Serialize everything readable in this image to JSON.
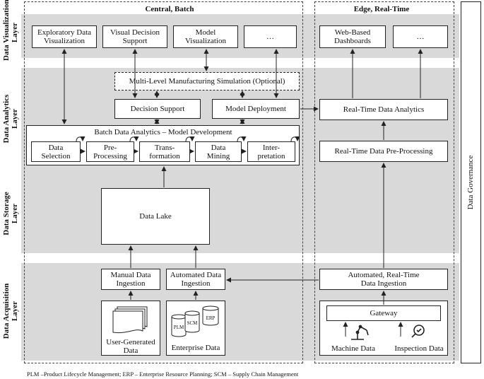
{
  "columns": {
    "central": "Central, Batch",
    "edge": "Edge, Real-Time"
  },
  "layers": {
    "visualization": [
      "Data Visualization",
      "Layer"
    ],
    "analytics": [
      "Data Analytics",
      "Layer"
    ],
    "storage": [
      "Data Storage",
      "Layer"
    ],
    "acquisition": [
      "Data Acquisition",
      "Layer"
    ]
  },
  "governance": "Data Governance",
  "visualization": {
    "exploratory": [
      "Exploratory Data",
      "Visualization"
    ],
    "decision": [
      "Visual Decision",
      "Support"
    ],
    "model": [
      "Model",
      "Visualization"
    ],
    "more_central": "…",
    "web": [
      "Web-Based",
      "Dashboards"
    ],
    "more_edge": "…"
  },
  "analytics": {
    "simulation": "Multi-Level Manufacturing Simulation (Optional)",
    "decision_support": "Decision Support",
    "model_deployment": "Model Deployment",
    "batch_title": "Batch Data Analytics – Model Development",
    "steps": [
      [
        "Data Selection"
      ],
      [
        "Pre-",
        "Processing"
      ],
      [
        "Trans-",
        "formation"
      ],
      [
        "Data",
        "Mining"
      ],
      [
        "Inter-",
        "pretation"
      ]
    ],
    "rt_analytics": "Real-Time Data Analytics",
    "rt_preprocessing": "Real-Time Data Pre-Processing"
  },
  "storage": {
    "lake": "Data Lake"
  },
  "acquisition": {
    "manual": [
      "Manual Data",
      "Ingestion"
    ],
    "automated": [
      "Automated Data",
      "Ingestion"
    ],
    "rt_ingestion": [
      "Automated, Real-Time",
      "Data Ingestion"
    ],
    "user_data": [
      "User-Generated",
      "Data"
    ],
    "enterprise": "Enterprise Data",
    "plm": "PLM",
    "scm": "SCM",
    "erp": "ERP",
    "gateway": "Gateway",
    "machine": "Machine Data",
    "inspection": "Inspection Data"
  },
  "footnote": "PLM –Product Lifecycle Management; ERP – Enterprise Resource Planning; SCM – Supply Chain Management",
  "colors": {
    "band": "#d9d9d9",
    "line": "#222222"
  }
}
